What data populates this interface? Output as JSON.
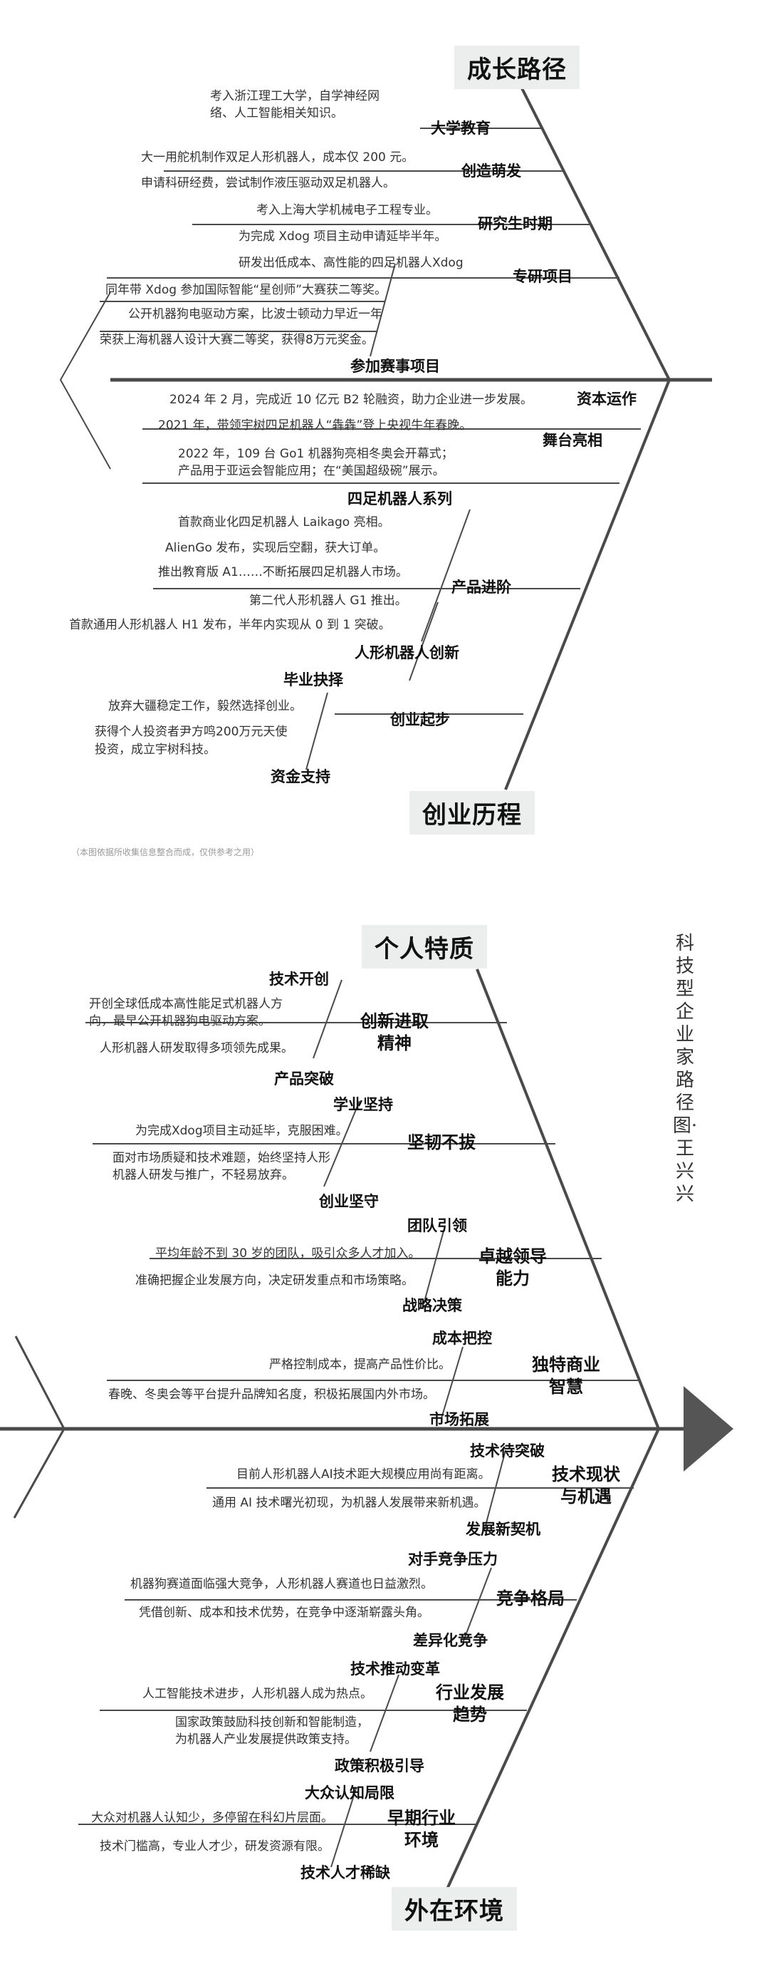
{
  "side_title": "科技型企业家路径图·王兴兴",
  "note": "（本图依据所收集信息整合而成，仅供参考之用）",
  "top": {
    "growth_head": "成长路径",
    "univ": {
      "label": "大学教育",
      "items": [
        "考入浙江理工大学，自学神经网",
        "络、人工智能相关知识。"
      ]
    },
    "idea": {
      "label": "创造萌发",
      "items": [
        "大一用舵机制作双足人形机器人，成本仅 200 元。",
        "申请科研经费，尝试制作液压驱动双足机器人。"
      ]
    },
    "grad": {
      "label": "研究生时期",
      "items": [
        "考入上海大学机械电子工程专业。",
        "为完成 Xdog 项目主动申请延毕半年。"
      ]
    },
    "proj": {
      "label": "专研项目",
      "items": [
        "研发出低成本、高性能的四足机器人Xdog"
      ]
    },
    "contest": {
      "label": "参加赛事项目",
      "items": [
        "同年带 Xdog 参加国际智能“星创师”大赛获二等奖。",
        "公开机器狗电驱动方案，比波士顿动力早近一年",
        "荣获上海机器人设计大赛二等奖，获得8万元奖金。"
      ]
    },
    "capital": {
      "label": "资本运作",
      "items": [
        "2024 年 2 月，完成近 10 亿元 B2 轮融资，助力企业进一步发展。"
      ]
    },
    "stage": {
      "label": "舞台亮相",
      "items": [
        "2021 年，带领宇树四足机器人“犇犇”登上央视牛年春晚。",
        "2022 年，109 台 Go1 机器狗亮相冬奥会开幕式；",
        "产品用于亚运会智能应用；在“美国超级碗”展示。"
      ]
    },
    "quad": {
      "label": "四足机器人系列",
      "items": [
        "首款商业化四足机器人 Laikago 亮相。",
        "AlienGo 发布，实现后空翻，获大订单。",
        "推出教育版 A1……不断拓展四足机器人市场。"
      ]
    },
    "product": {
      "label": "产品进阶"
    },
    "humanoid": {
      "label": "人形机器人创新",
      "items": [
        "第二代人形机器人 G1 推出。",
        "首款通用人形机器人 H1 发布，半年内实现从 0 到 1 突破。"
      ]
    },
    "startup": {
      "label": "创业起步"
    },
    "quit": {
      "label": "毕业抉择",
      "items": [
        "放弃大疆稳定工作，毅然选择创业。"
      ]
    },
    "fund": {
      "label": "资金支持",
      "items": [
        "获得个人投资者尹方鸣200万元天使",
        "投资，成立宇树科技。"
      ]
    },
    "history_head": "创业历程"
  },
  "bottom": {
    "personal_head": "个人特质",
    "innov": {
      "label": "创新进取精神",
      "label1": "创新进取",
      "label2": "精神",
      "sub1": "技术开创",
      "sub2": "产品突破",
      "items": [
        "开创全球低成本高性能足式机器人方",
        "向，最早公开机器狗电驱动方案。",
        "人形机器人研发取得多项领先成果。"
      ]
    },
    "tough": {
      "label": "坚韧不拔",
      "sub1": "学业坚持",
      "sub2": "创业坚守",
      "items": [
        "为完成Xdog项目主动延毕，克服困难。",
        "面对市场质疑和技术难题，始终坚持人形",
        "机器人研发与推广，不轻易放弃。"
      ]
    },
    "lead": {
      "label1": "卓越领导",
      "label2": "能力",
      "sub1": "团队引领",
      "sub2": "战略决策",
      "items": [
        "平均年龄不到 30 岁的团队，吸引众多人才加入。",
        "准确把握企业发展方向，决定研发重点和市场策略。"
      ]
    },
    "biz": {
      "label1": "独特商业",
      "label2": "智慧",
      "sub1": "成本把控",
      "sub2": "市场拓展",
      "items": [
        "严格控制成本，提高产品性价比。",
        "春晚、冬奥会等平台提升品牌知名度，积极拓展国内外市场。"
      ]
    },
    "tech": {
      "label1": "技术现状",
      "label2": "与机遇",
      "sub1": "技术待突破",
      "sub2": "发展新契机",
      "items": [
        "目前人形机器人AI技术距大规模应用尚有距离。",
        "通用 AI 技术曙光初现，为机器人发展带来新机遇。"
      ]
    },
    "comp": {
      "label": "竞争格局",
      "sub1": "对手竞争压力",
      "sub2": "差异化竞争",
      "items": [
        "机器狗赛道面临强大竞争，人形机器人赛道也日益激烈。",
        "凭借创新、成本和技术优势，在竞争中逐渐崭露头角。"
      ]
    },
    "industry": {
      "label1": "行业发展",
      "label2": "趋势",
      "sub1": "技术推动变革",
      "sub2": "政策积极引导",
      "items": [
        "人工智能技术进步，人形机器人成为热点。",
        "国家政策鼓励科技创新和智能制造，",
        "为机器人产业发展提供政策支持。"
      ]
    },
    "early": {
      "label1": "早期行业",
      "label2": "环境",
      "sub1": "大众认知局限",
      "sub2": "技术人才稀缺",
      "items": [
        "大众对机器人认知少，多停留在科幻片层面。",
        "技术门槛高，专业人才少，研发资源有限。"
      ]
    },
    "env_head": "外在环境"
  },
  "colors": {
    "spine": "#4a4a4a",
    "head_bg": "#ebeeed",
    "arrow": "#555555"
  }
}
